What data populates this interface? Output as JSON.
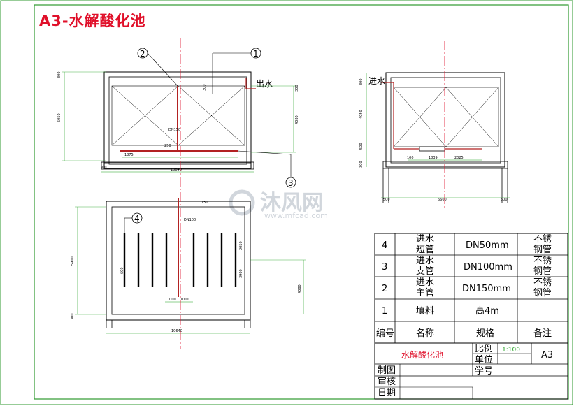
{
  "title": "A3-水解酸化池",
  "watermark": {
    "brand": "沐风网",
    "url": "www.mfcad.com"
  },
  "callouts": {
    "c1": "1",
    "c2": "2",
    "c3": "3",
    "c4": "4"
  },
  "labels": {
    "outlet": "出水",
    "inlet": "进水"
  },
  "dims": {
    "front_top": "300",
    "front_height": "5050",
    "front_side_right": "4080",
    "front_top_right": "300",
    "front_mid_300": "300",
    "front_bottom": "300",
    "front_width": "10640",
    "front_inner": "1875",
    "front_pipe_label": "DN150",
    "front_pipe_mid": "250",
    "side_top": "300",
    "side_height": "4050",
    "side_mid": "500",
    "side_bottom": "300",
    "side_width": "6600",
    "side_left": "500",
    "side_right": "500",
    "side_small": "100",
    "side_d1": "1839",
    "side_d2": "2025",
    "plan_top": "150",
    "plan_height": "5900",
    "plan_side": "4080",
    "plan_bottom": "300",
    "plan_width": "10640",
    "plan_pipe": "DN100",
    "plan_v1": "2050",
    "plan_v2": "3900",
    "plan_b1": "1000",
    "plan_b2": "1000",
    "plan_left": "600"
  },
  "bom": {
    "rows": [
      {
        "no": "4",
        "name_l1": "进水",
        "name_l2": "短管",
        "spec": "DN50mm",
        "note_l1": "不锈",
        "note_l2": "钢管"
      },
      {
        "no": "3",
        "name_l1": "进水",
        "name_l2": "支管",
        "spec": "DN100mm",
        "note_l1": "不锈",
        "note_l2": "钢管"
      },
      {
        "no": "2",
        "name_l1": "进水",
        "name_l2": "主管",
        "spec": "DN150mm",
        "note_l1": "不锈",
        "note_l2": "钢管"
      },
      {
        "no": "1",
        "name_l1": "填料",
        "name_l2": "",
        "spec": "高4m",
        "note_l1": "",
        "note_l2": ""
      }
    ],
    "header": {
      "no": "编号",
      "name": "名称",
      "spec": "规格",
      "note": "备注"
    }
  },
  "titleblock": {
    "drawing_name": "水解酸化池",
    "scale_label": "比例",
    "scale_value": "1:100",
    "unit_label": "单位",
    "student_label": "学号",
    "sheet": "A3",
    "drawn": "制图",
    "checked": "审核",
    "date": "日期"
  },
  "colors": {
    "frame": "#2f9a2f",
    "centerline": "#e0102a",
    "pipe": "#b22222",
    "title": "#e0102a",
    "dimension": "#1fa01f"
  }
}
